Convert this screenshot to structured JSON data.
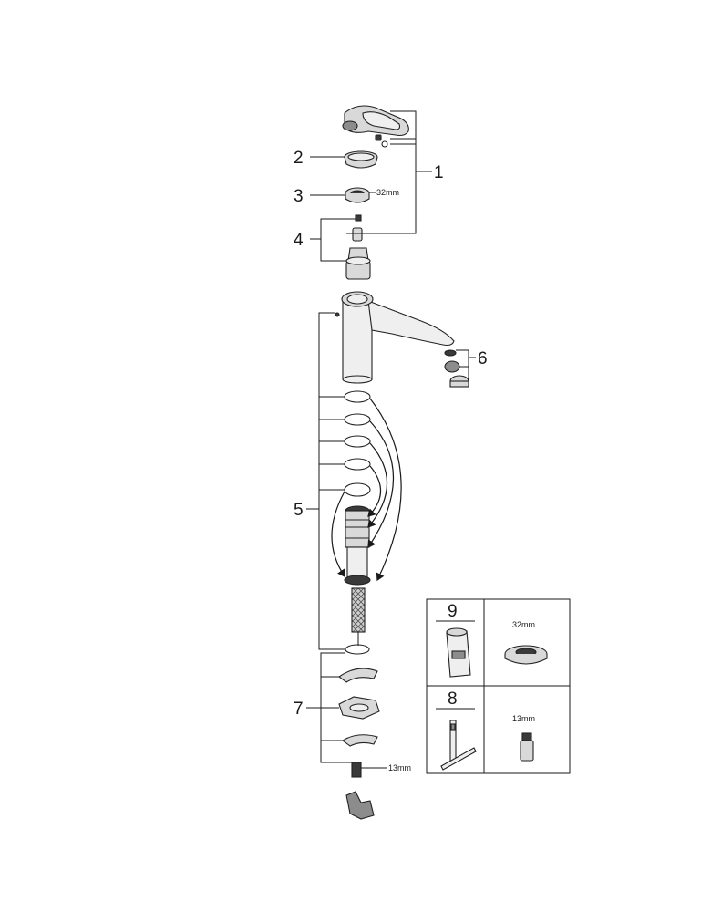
{
  "callouts": {
    "c1": "1",
    "c2": "2",
    "c3": "3",
    "c4": "4",
    "c5": "5",
    "c6": "6",
    "c7": "7",
    "c8": "8",
    "c9": "9"
  },
  "dimensions": {
    "nut_32": "32mm",
    "tool_32": "32mm",
    "tool_13": "13mm",
    "hose_13": "13mm"
  }
}
